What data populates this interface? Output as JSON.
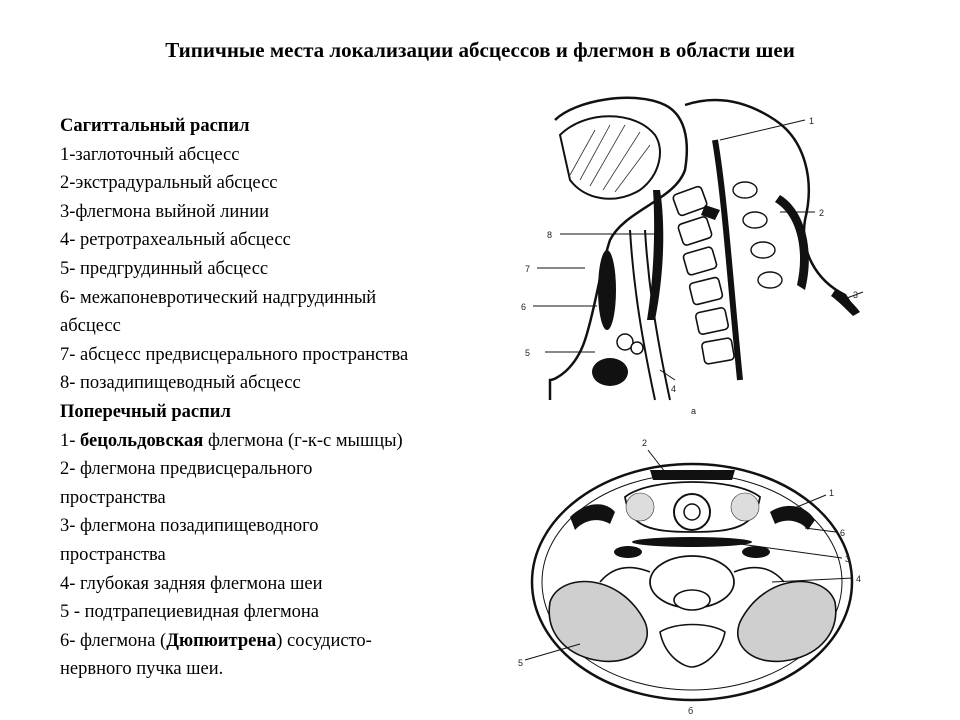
{
  "title": "Типичные места локализации абсцессов и флегмон в области шеи",
  "sagittal": {
    "heading": "Сагиттальный распил",
    "items": [
      "1-заглоточный абсцесс",
      "2-экстрадуральный абсцесс",
      "3-флегмона выйной линии",
      "4- ретротрахеальный абсцесс",
      "5- предгрудинный абсцесс",
      "6- межапоневротический надгрудинный",
      "абсцесс",
      "7- абсцесс предвисцерального пространства",
      "8- позадипищеводный абсцесс"
    ]
  },
  "transverse": {
    "heading": "Поперечный распил",
    "item1": {
      "pre": "1- ",
      "bold": "бецольдовская",
      "post": " флегмона (г-к-с мышцы)"
    },
    "items": [
      "2- флегмона предвисцерального",
      "пространства",
      "3- флегмона позадипищеводного",
      "пространства",
      "4- глубокая задняя флегмона шеи",
      "5 - подтрапециевидная флегмона"
    ],
    "item6": {
      "pre": "6- флегмона (",
      "bold": "Дюпюитрена",
      "post": ") сосудисто-"
    },
    "item6_cont": "нервного пучка шеи."
  },
  "figure_a": {
    "caption": "а",
    "labels": [
      "1",
      "2",
      "3",
      "4",
      "5",
      "6",
      "7",
      "8"
    ]
  },
  "figure_b": {
    "caption": "б",
    "labels": [
      "1",
      "2",
      "3",
      "4",
      "5",
      "6"
    ]
  }
}
